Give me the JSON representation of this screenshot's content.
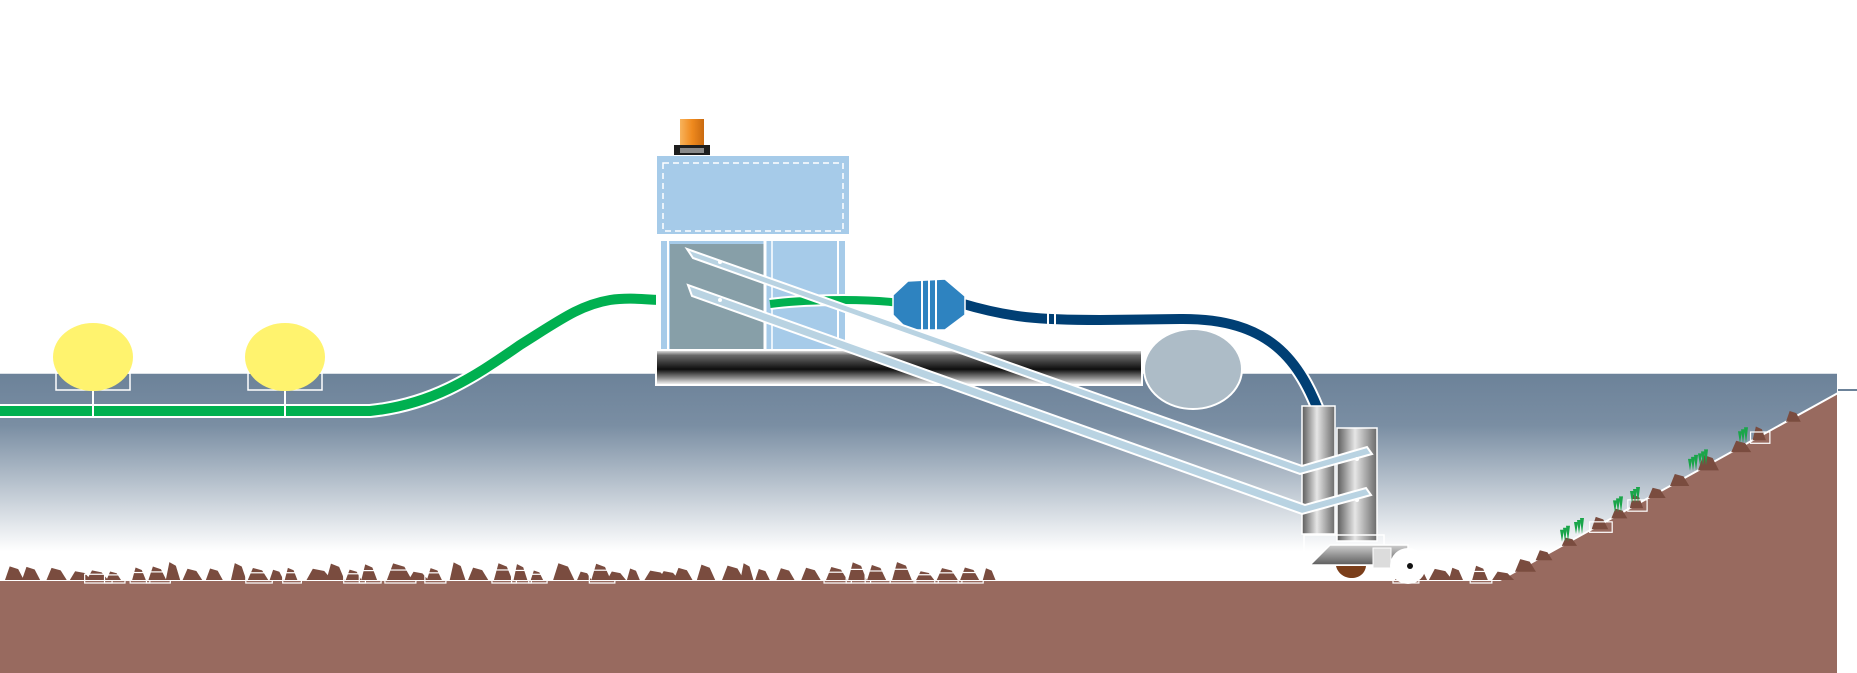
{
  "diagram": {
    "kind": "dredging-operation-cross-section",
    "components": [
      {
        "id": "floater-1",
        "icon": "floater-icon"
      },
      {
        "id": "floater-2",
        "icon": "floater-icon"
      },
      {
        "id": "discharge-pipeline",
        "icon": "pipeline-icon"
      },
      {
        "id": "dredge-pontoon",
        "icon": "pontoon-icon"
      },
      {
        "id": "control-cabin",
        "icon": "cabin-icon"
      },
      {
        "id": "warning-beacon",
        "icon": "beacon-icon"
      },
      {
        "id": "dredge-pump",
        "icon": "pump-icon"
      },
      {
        "id": "suction-hose",
        "icon": "hose-icon"
      },
      {
        "id": "buoy",
        "icon": "buoy-icon"
      },
      {
        "id": "ladder-arms",
        "icon": "ladder-icon"
      },
      {
        "id": "cutter-head-assembly",
        "icon": "cutter-icon"
      },
      {
        "id": "water-body",
        "icon": "water-icon"
      },
      {
        "id": "seabed",
        "icon": "seabed-icon"
      },
      {
        "id": "sloped-bank",
        "icon": "bank-icon"
      },
      {
        "id": "aquatic-plants",
        "icon": "plant-icon"
      }
    ],
    "colors": {
      "water_top": "#6c8299",
      "water_bottom": "#ffffff",
      "soil": "#986a5f",
      "rock": "#7a4c3f",
      "pipeline": "#00b050",
      "floater": "#fff36e",
      "cabin": "#a6cbe9",
      "cabin_dark": "#879fa8",
      "pump": "#2e83c0",
      "hose": "#003f74",
      "buoy": "#adbcc7",
      "ladder": "#b9d3e2",
      "beacon": "#f08a1e",
      "plant": "#1aa54a"
    }
  }
}
